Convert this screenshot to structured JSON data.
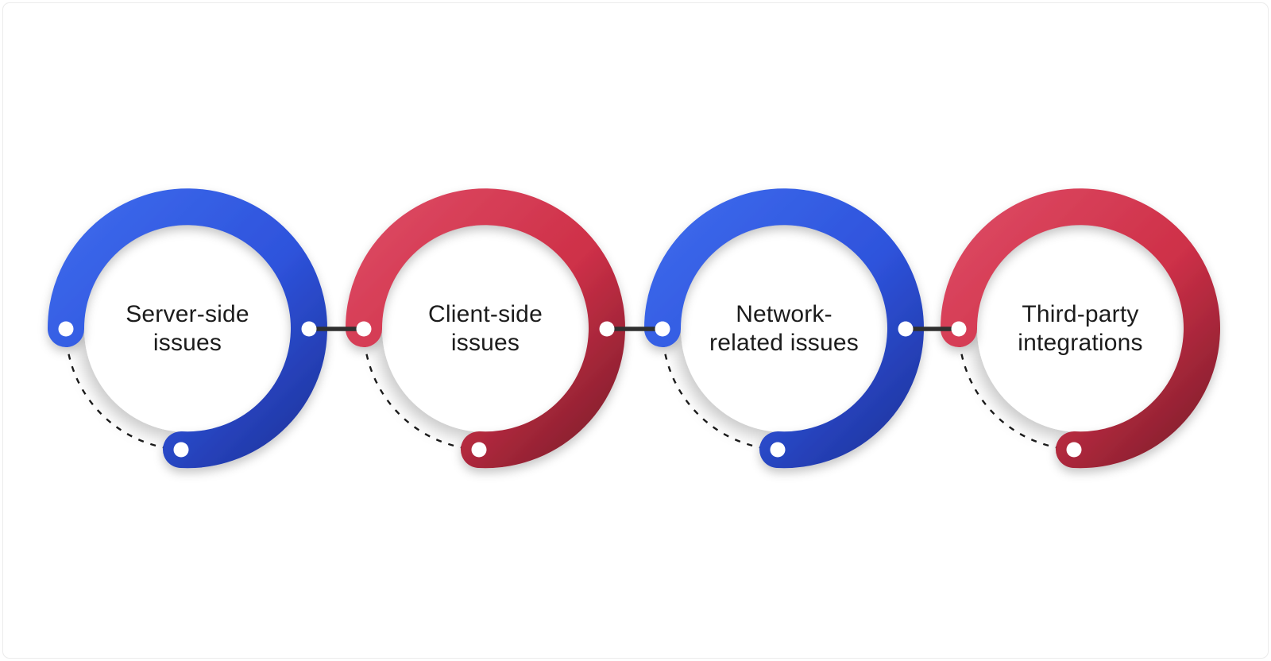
{
  "diagram": {
    "type": "process-ring-flow",
    "background": "#ffffff",
    "nodes": [
      {
        "id": "server-side-issues",
        "label": "Server-side issues",
        "line1": "Server-side",
        "line2": "issues",
        "ring_color": "blue"
      },
      {
        "id": "client-side-issues",
        "label": "Client-side issues",
        "line1": "Client-side",
        "line2": "issues",
        "ring_color": "red"
      },
      {
        "id": "network-related-issues",
        "label": "Network-related issues",
        "line1": "Network-",
        "line2": "related issues",
        "ring_color": "blue"
      },
      {
        "id": "third-party-integrations",
        "label": "Third-party integrations",
        "line1": "Third-party",
        "line2": "integrations",
        "ring_color": "red"
      }
    ],
    "palette": {
      "blue": {
        "start": "#3D6AEC",
        "mid": "#2E53DC",
        "end": "#1F339D"
      },
      "red": {
        "start": "#DD4A63",
        "mid": "#CE3048",
        "end": "#7E1D2B"
      },
      "dot": "#FFFFFF",
      "connector": "#2F2F2F",
      "dash": "#1B1B1B",
      "text": "#1C1C1C",
      "frame_border": "#EBEBEB"
    }
  }
}
